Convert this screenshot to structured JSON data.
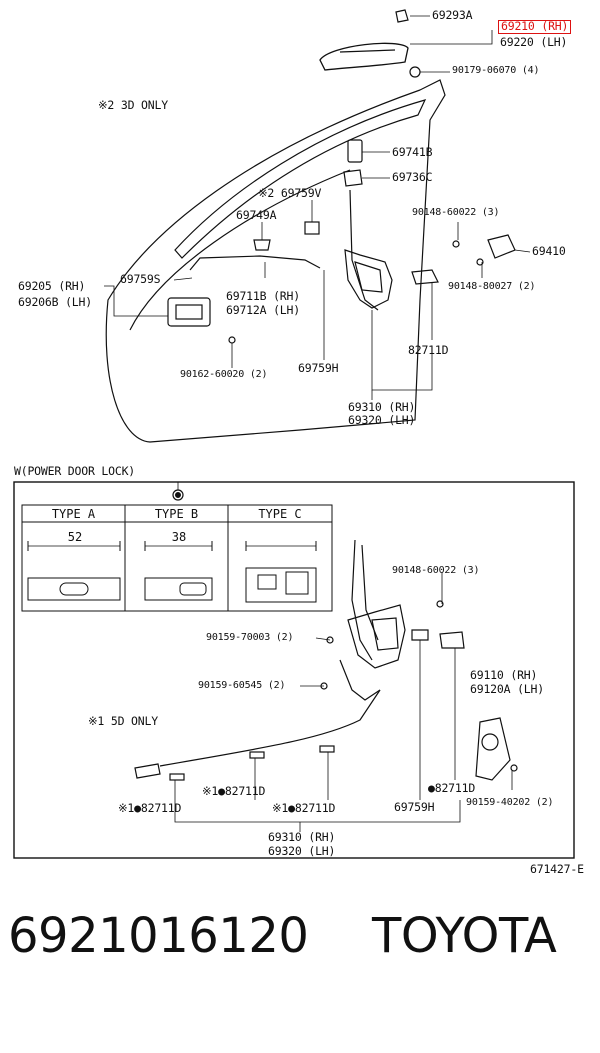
{
  "labels": {
    "p69293a": "69293A",
    "p69210": "69210 (RH)",
    "p69220": "69220 (LH)",
    "p90179": "90179-06070 (4)",
    "note2": "※2 3D ONLY",
    "p69741b": "69741B",
    "p69736c": "69736C",
    "p69759v": "※2 69759V",
    "p69749a": "69749A",
    "p90148a": "90148-60022 (3)",
    "p69410": "69410",
    "p90148b": "90148-80027 (2)",
    "p69205": "69205 (RH)",
    "p69206b": "69206B (LH)",
    "p69759s": "69759S",
    "p69711b": "69711B (RH)",
    "p69712a": "69712A (LH)",
    "p90162": "90162-60020 (2)",
    "p82711d_top": "82711D",
    "p69759h_top": "69759H",
    "p69310_top": "69310 (RH)",
    "p69320_top": "69320 (LH)",
    "power_lock": "W(POWER DOOR LOCK)",
    "type_a": "TYPE A",
    "type_b": "TYPE B",
    "type_c": "TYPE C",
    "dim_a": "52",
    "dim_b": "38",
    "p90148c": "90148-60022 (3)",
    "p90159a": "90159-70003 (2)",
    "p90159b": "90159-60545 (2)",
    "p69110": "69110 (RH)",
    "p69120a": "69120A (LH)",
    "note1": "※1 5D ONLY",
    "p82711d_a": "●82711D",
    "p82711d_b": "※1●82711D",
    "p82711d_c": "※1●82711D",
    "p82711d_d": "※1●82711D",
    "p69759h_bot": "69759H",
    "p90159c": "90159-40202 (2)",
    "p69310_bot": "69310 (RH)",
    "p69320_bot": "69320 (LH)",
    "fig_no": "671427-E"
  },
  "footer": {
    "part_number": "6921016120",
    "brand": "TOYOTA"
  }
}
